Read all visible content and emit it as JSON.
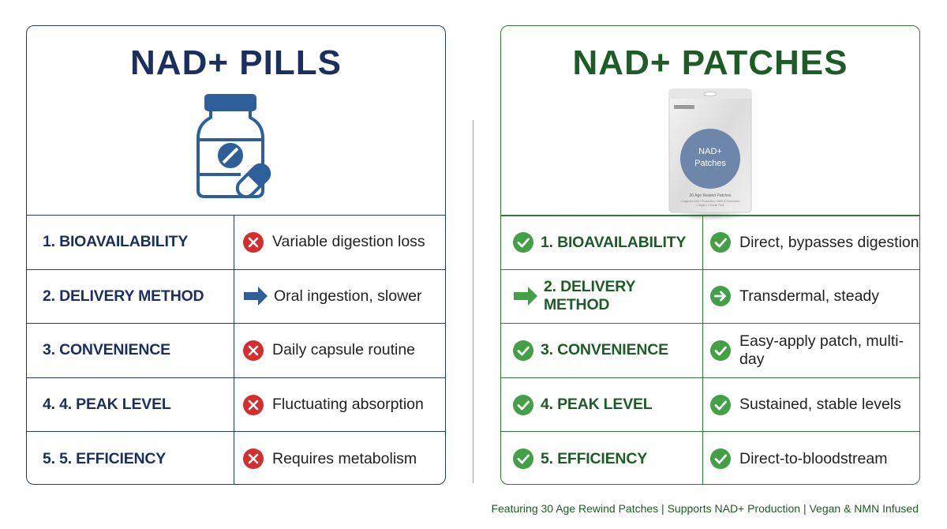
{
  "colors": {
    "pills_accent": "#1b2f5e",
    "patches_accent": "#1d5c26",
    "negative": "#d32f2f",
    "positive": "#43a047",
    "arrow_blue": "#2f5f9a"
  },
  "pills": {
    "title": "NAD+ PILLS",
    "icon": "pill-bottle-icon",
    "rows": [
      {
        "label": "1. BIOAVAILABILITY",
        "value": "Variable digestion loss",
        "icon": "x-circle-icon"
      },
      {
        "label": "2. DELIVERY METHOD",
        "value": "Oral ingestion, slower",
        "icon": "arrow-right-icon"
      },
      {
        "label": "3. CONVENIENCE",
        "value": "Daily capsule routine",
        "icon": "x-circle-icon"
      },
      {
        "label": "4. 4. PEAK LEVEL",
        "value": "Fluctuating absorption",
        "icon": "x-circle-icon"
      },
      {
        "label": "5. 5. EFFICIENCY",
        "value": "Requires metabolism",
        "icon": "x-circle-icon"
      }
    ]
  },
  "patches": {
    "title": "NAD+ PATCHES",
    "package": {
      "brand": "Age Rewind",
      "circle_text": "NAD+\nPatches",
      "line1": "NAD+",
      "line2": "Patches",
      "caption": "30 Age Rewind Patches",
      "subcaption": "• Supports NAD+ Production • NMN & Resveratrol",
      "subcaption2": "• Vegan • 1 Month Pack"
    },
    "rows": [
      {
        "label": "1. BIOAVAILABILITY",
        "value": "Direct, bypasses digestion",
        "label_icon": "check-circle-icon",
        "value_icon": "check-circle-icon"
      },
      {
        "label": "2. DELIVERY METHOD",
        "value": "Transdermal, steady",
        "label_icon": "arrow-right-icon",
        "value_icon": "arrow-circle-icon"
      },
      {
        "label": "3. CONVENIENCE",
        "value": "Easy-apply patch, multi-day",
        "label_icon": "check-circle-icon",
        "value_icon": "check-circle-icon"
      },
      {
        "label": "4. PEAK LEVEL",
        "value": "Sustained, stable levels",
        "label_icon": "check-circle-icon",
        "value_icon": "check-circle-icon"
      },
      {
        "label": "5. EFFICIENCY",
        "value": "Direct-to-bloodstream",
        "label_icon": "check-circle-icon",
        "value_icon": "check-circle-icon"
      }
    ]
  },
  "footer": "Featuring 30 Age Rewind Patches | Supports NAD+ Production | Vegan & NMN Infused"
}
